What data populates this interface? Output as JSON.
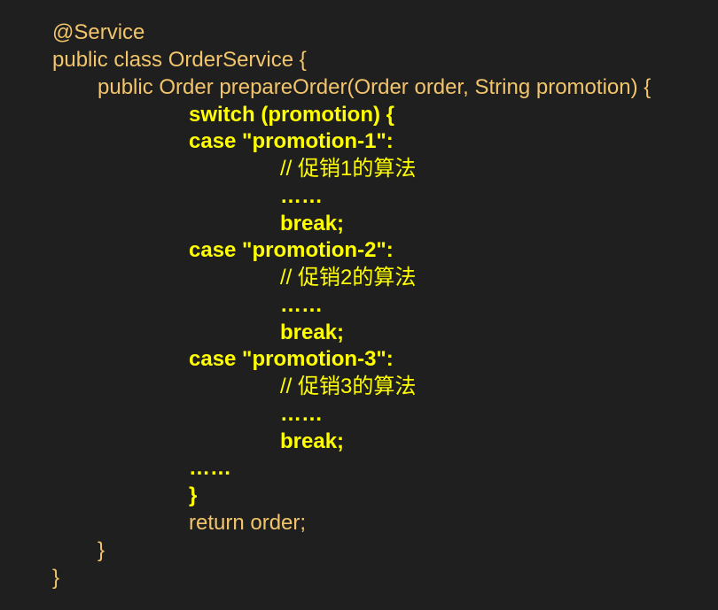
{
  "code": {
    "lines": [
      "@Service",
      "public class OrderService {",
      "public Order prepareOrder(Order order, String promotion) {",
      "switch (promotion) {",
      "case \"promotion-1\":",
      "// 促销1的算法",
      "……",
      "break;",
      "case \"promotion-2\":",
      "// 促销2的算法",
      "……",
      "break;",
      "case \"promotion-3\":",
      "// 促销3的算法",
      "……",
      "break;",
      "……",
      "}",
      "return order;",
      "}",
      "}"
    ]
  },
  "colors": {
    "background": "#1f1f1f",
    "normal_text": "#f2c46b",
    "highlight_text": "#ffff00"
  }
}
